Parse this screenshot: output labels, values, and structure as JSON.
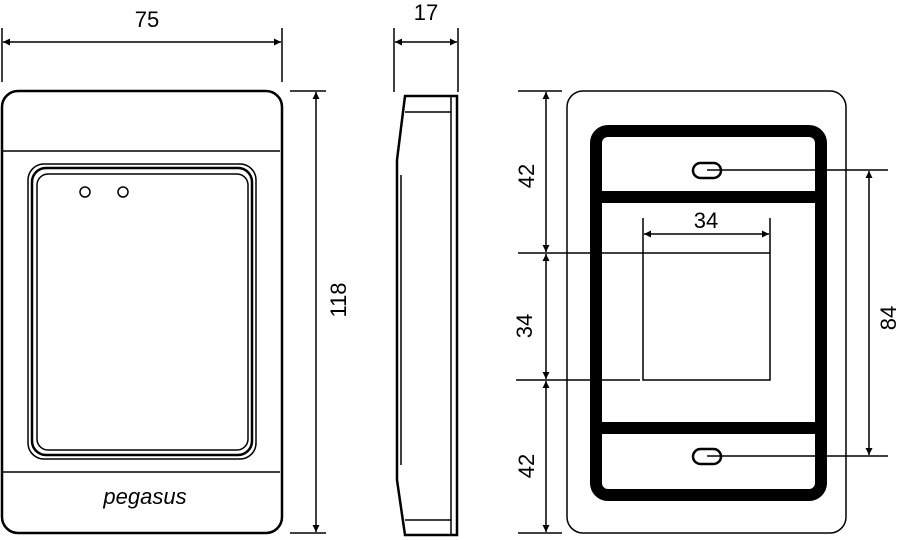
{
  "front_view": {
    "width_label": "75",
    "height_label": "118",
    "brand": "pegasus"
  },
  "side_view": {
    "depth_label": "17"
  },
  "rear_view": {
    "top_section_label": "42",
    "middle_section_label": "34",
    "bottom_section_label": "42",
    "square_width_label": "34",
    "hole_spacing_label": "84"
  }
}
